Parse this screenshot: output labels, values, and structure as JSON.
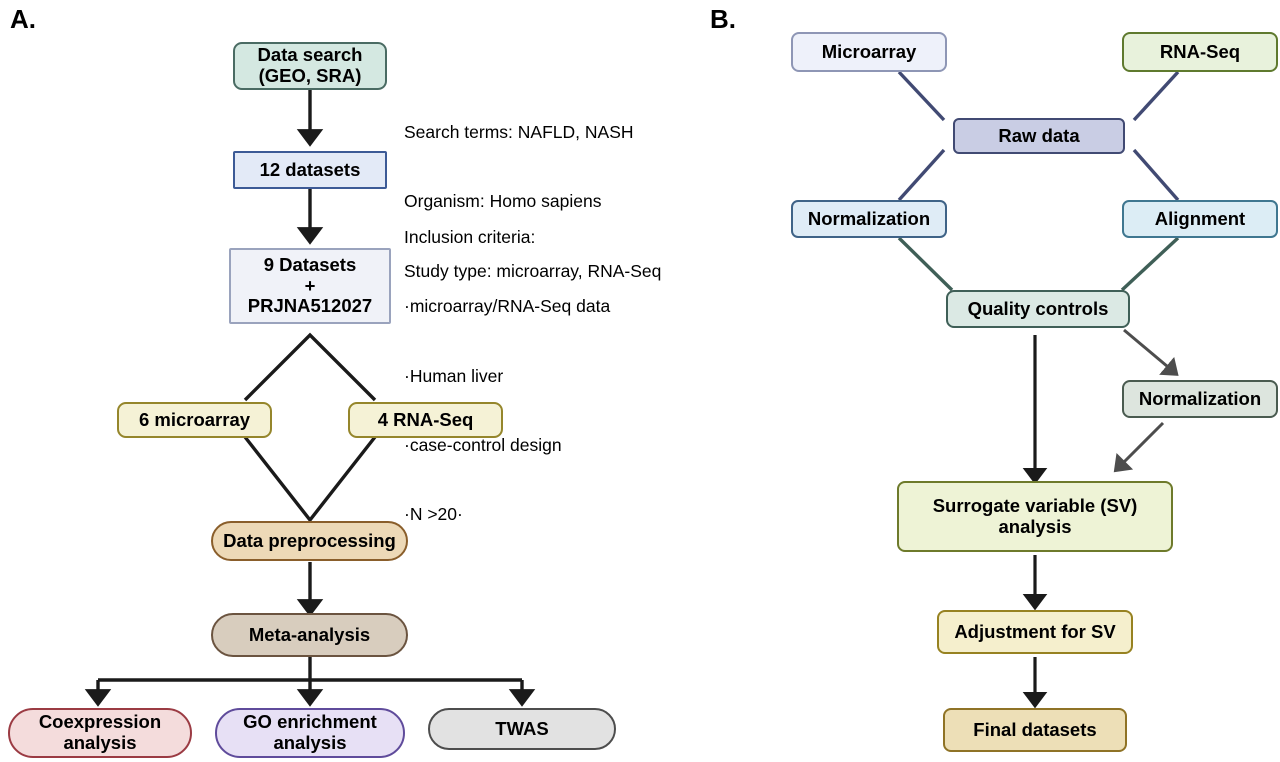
{
  "figure": {
    "panels": [
      {
        "id": "A",
        "label": "A."
      },
      {
        "id": "B",
        "label": "B."
      }
    ]
  },
  "panel_a": {
    "label": "A.",
    "nodes": [
      {
        "id": "data-search",
        "text": "Data search\n(GEO, SRA)",
        "fill": "#d4e8e1",
        "stroke": "#4a6b63",
        "shape": "rounded-rect"
      },
      {
        "id": "twelve-datasets",
        "text": "12 datasets",
        "fill": "#e3eaf7",
        "stroke": "#3c5a96",
        "shape": "rect"
      },
      {
        "id": "nine-datasets",
        "text": "9 Datasets\n+\nPRJNA512027",
        "fill": "#f0f2f8",
        "stroke": "#9aa3bd",
        "shape": "rect"
      },
      {
        "id": "six-microarray",
        "text": "6 microarray",
        "fill": "#f5f2d6",
        "stroke": "#95862b",
        "shape": "rounded-rect"
      },
      {
        "id": "four-rnaseq",
        "text": "4 RNA-Seq",
        "fill": "#f5f2d6",
        "stroke": "#95862b",
        "shape": "rounded-rect"
      },
      {
        "id": "data-preprocessing",
        "text": "Data preprocessing",
        "fill": "#edd9b7",
        "stroke": "#8a5e2b",
        "shape": "pill"
      },
      {
        "id": "meta-analysis",
        "text": "Meta-analysis",
        "fill": "#d8cdbe",
        "stroke": "#6b5440",
        "shape": "pill"
      },
      {
        "id": "coexpression",
        "text": "Coexpression\nanalysis",
        "fill": "#f4dcdc",
        "stroke": "#9b3b43",
        "shape": "pill"
      },
      {
        "id": "go-enrichment",
        "text": "GO enrichment\nanalysis",
        "fill": "#e7e0f5",
        "stroke": "#5f4b9b",
        "shape": "pill"
      },
      {
        "id": "twas",
        "text": "TWAS",
        "fill": "#e2e2e2",
        "stroke": "#4d4d4d",
        "shape": "pill"
      }
    ],
    "annotations": [
      {
        "id": "search-criteria",
        "lines": [
          "Search terms: NAFLD, NASH",
          "Organism: Homo sapiens",
          "Study type: microarray, RNA-Seq"
        ]
      },
      {
        "id": "inclusion-criteria",
        "lines": [
          "Inclusion criteria:",
          "·microarray/RNA-Seq data",
          "·Human liver",
          "·case-control design",
          "·N >20·"
        ]
      }
    ]
  },
  "panel_b": {
    "label": "B.",
    "nodes": [
      {
        "id": "microarray",
        "text": "Microarray",
        "fill": "#eef1fa",
        "stroke": "#8e96b5",
        "shape": "rounded-rect"
      },
      {
        "id": "rna-seq",
        "text": "RNA-Seq",
        "fill": "#e8f2dc",
        "stroke": "#5f7a2e",
        "shape": "rounded-rect"
      },
      {
        "id": "raw-data",
        "text": "Raw data",
        "fill": "#c9cde4",
        "stroke": "#414a73",
        "shape": "rounded-rect"
      },
      {
        "id": "normalization-left",
        "text": "Normalization",
        "fill": "#dfecf6",
        "stroke": "#3f6387",
        "shape": "rounded-rect"
      },
      {
        "id": "alignment",
        "text": "Alignment",
        "fill": "#dcedf5",
        "stroke": "#3f7790",
        "shape": "rounded-rect"
      },
      {
        "id": "quality-controls",
        "text": "Quality controls",
        "fill": "#dbe9e4",
        "stroke": "#3f5f57",
        "shape": "rounded-rect"
      },
      {
        "id": "normalization-right",
        "text": "Normalization",
        "fill": "#dde5de",
        "stroke": "#4a5b50",
        "shape": "rounded-rect"
      },
      {
        "id": "sv-analysis",
        "text": "Surrogate variable (SV)\nanalysis",
        "fill": "#eef3d6",
        "stroke": "#6e7a2b",
        "shape": "rounded-rect"
      },
      {
        "id": "adjustment-sv",
        "text": "Adjustment for SV",
        "fill": "#f5efcd",
        "stroke": "#978221",
        "shape": "rounded-rect"
      },
      {
        "id": "final-datasets",
        "text": "Final datasets",
        "fill": "#eddfb7",
        "stroke": "#8f7326",
        "shape": "rounded-rect"
      }
    ]
  },
  "colors": {
    "arrow": "#1a1a1a",
    "arrow_gray": "#4d4d4d",
    "connector_navy": "#414a73",
    "connector_teal": "#3f5f57",
    "background": "#ffffff",
    "text": "#000000"
  }
}
